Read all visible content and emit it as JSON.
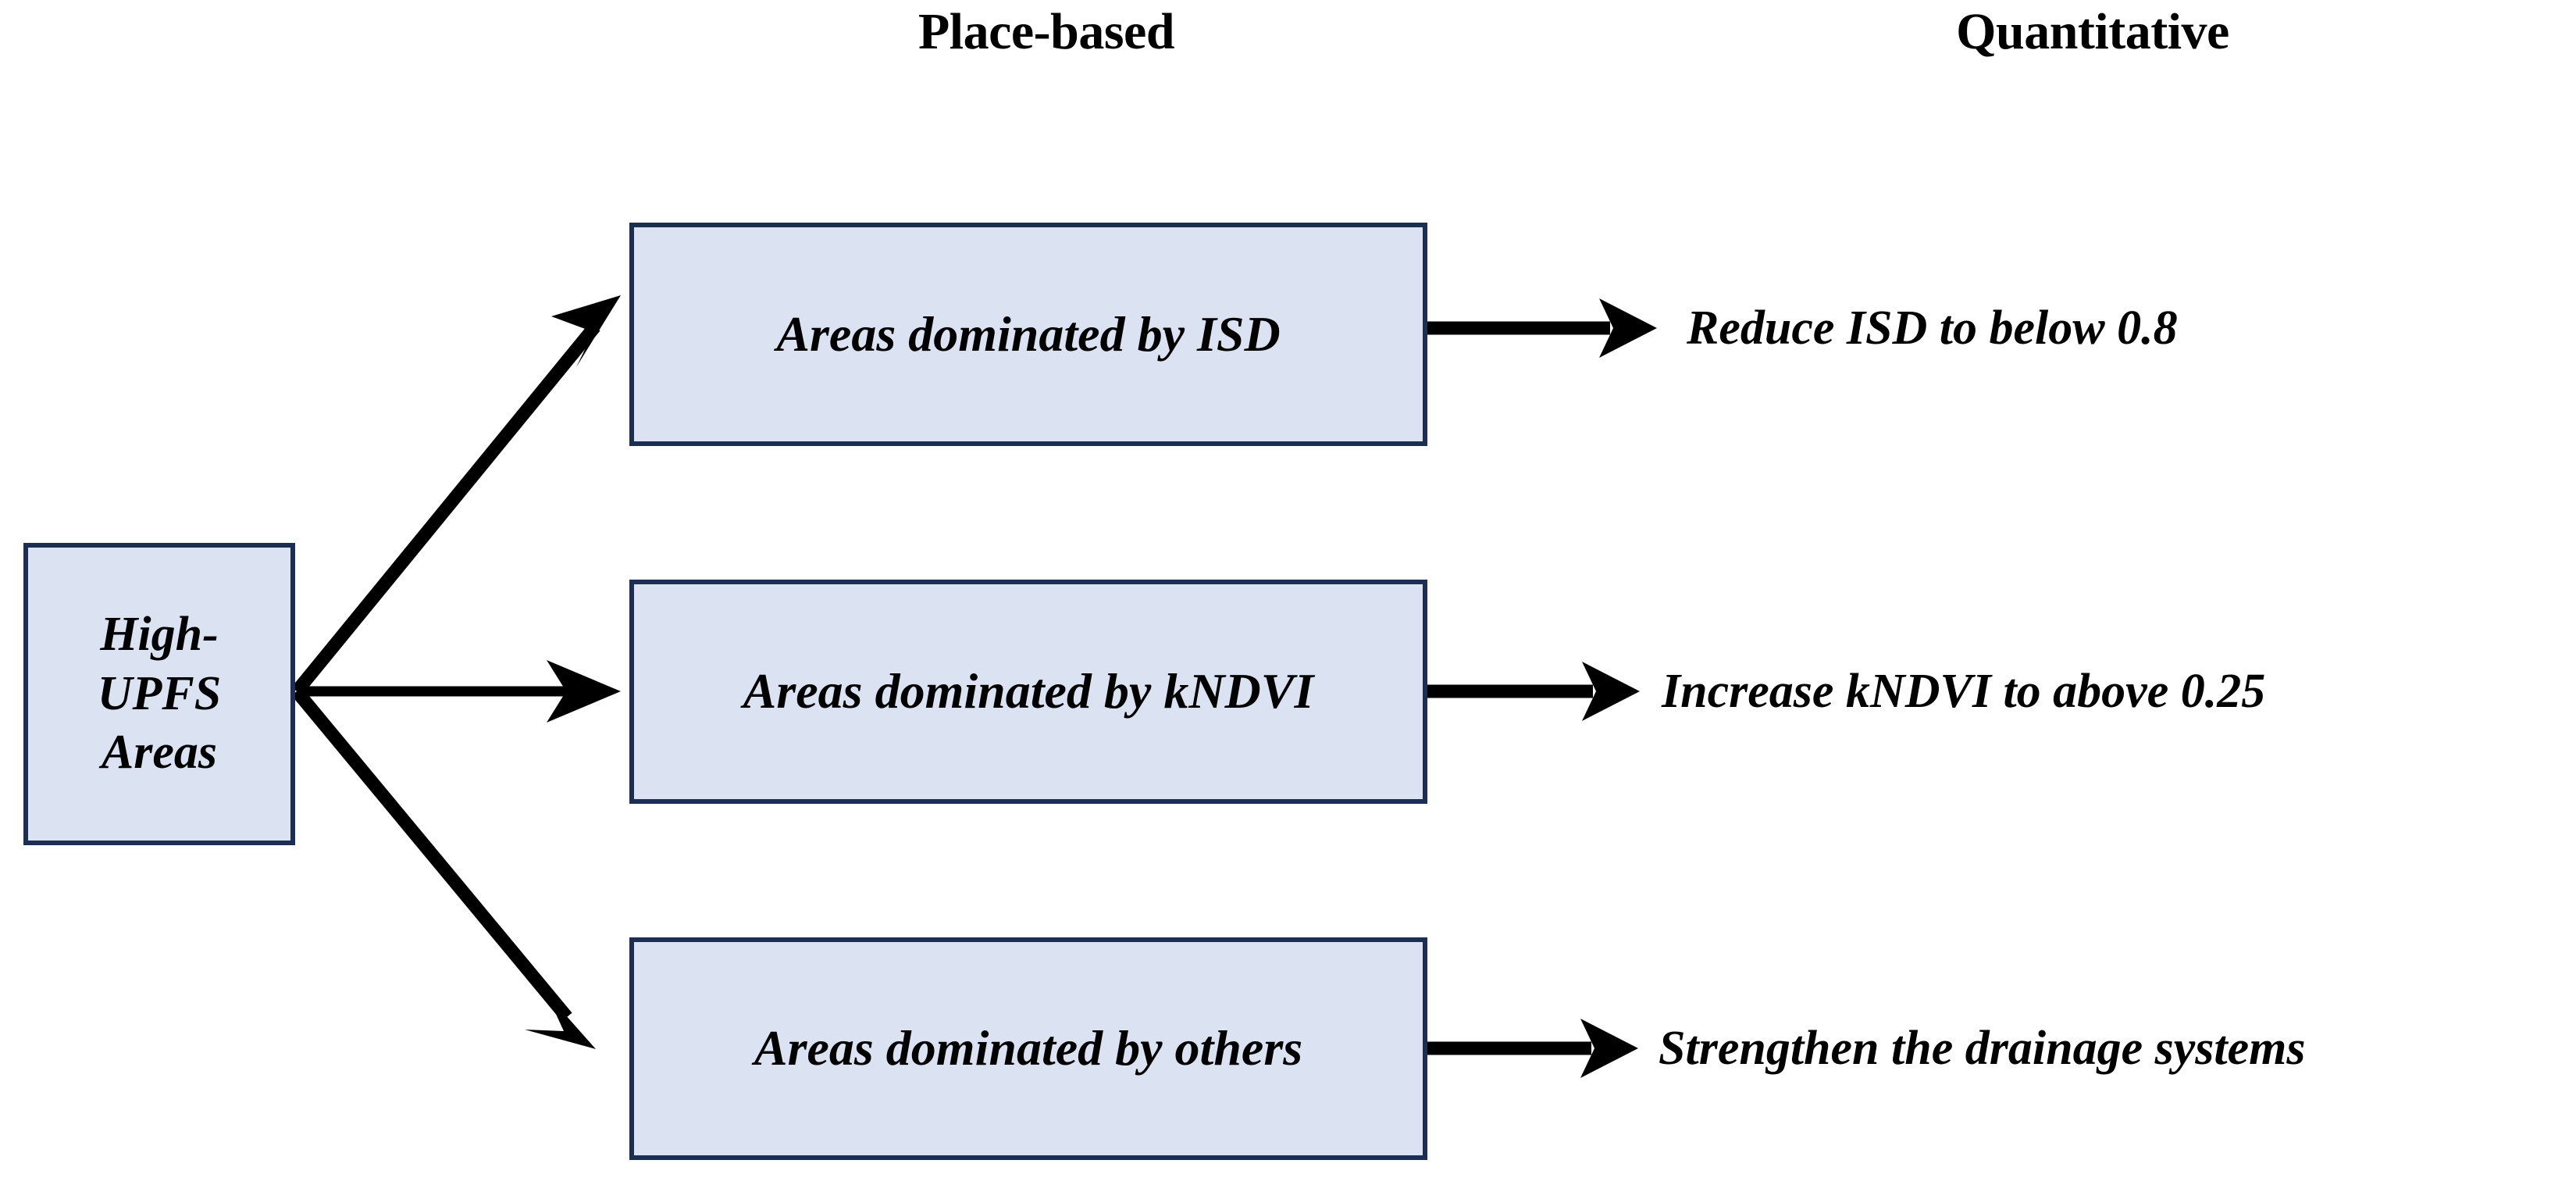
{
  "diagram": {
    "title_columns": {
      "place_based": "Place-based",
      "quantitative": "Quantitative"
    },
    "source_node": {
      "label": "High-UPFS Areas",
      "line1": "High-",
      "line2": "UPFS",
      "line3": "Areas"
    },
    "place_based_nodes": [
      {
        "id": "isd",
        "label": "Areas dominated by ISD"
      },
      {
        "id": "kndvi",
        "label": "Areas dominated by kNDVI"
      },
      {
        "id": "others",
        "label": "Areas dominated by others"
      }
    ],
    "quantitative_targets": [
      {
        "id": "isd",
        "label": "Reduce ISD to below 0.8"
      },
      {
        "id": "kndvi",
        "label": "Increase kNDVI to above 0.25"
      },
      {
        "id": "others",
        "label": "Strengthen the drainage systems"
      }
    ],
    "colors": {
      "box_fill": "#dbe3f3",
      "box_border": "#1c2f52",
      "arrow": "#000000",
      "text": "#000000",
      "background": "#ffffff"
    },
    "arrows": {
      "fan_count": 3,
      "link_count": 3,
      "style": "solid-filled-head"
    }
  }
}
